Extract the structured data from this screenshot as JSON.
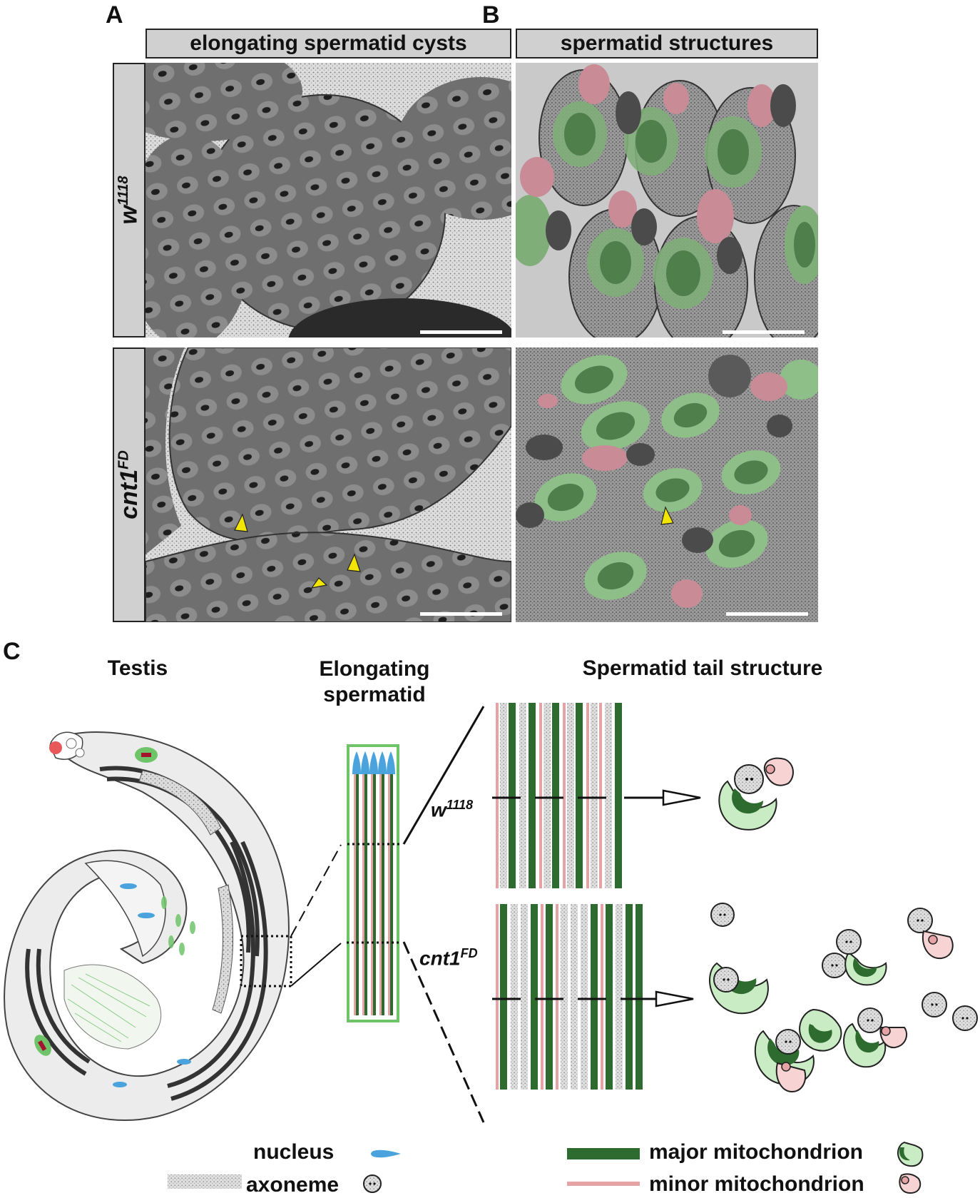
{
  "panels": {
    "a": "A",
    "b": "B",
    "c": "C"
  },
  "headers": {
    "col_a": "elongating spermatid cysts",
    "col_b": "spermatid structures"
  },
  "genotypes": {
    "wt_base": "w",
    "wt_sup": "1118",
    "mut_base": "cnt1",
    "mut_sup": "FD"
  },
  "diagram": {
    "testis": "Testis",
    "elongating_1": "Elongating",
    "elongating_2": "spermatid",
    "tail": "Spermatid tail structure"
  },
  "legend": {
    "nucleus": "nucleus",
    "axoneme": "axoneme",
    "major": "major mitochondrion",
    "minor": "minor mitochondrion"
  },
  "colors": {
    "major_mito": "#2e6b2e",
    "major_mito_light": "#c9ecc5",
    "minor_mito": "#e6a3a6",
    "minor_mito_light": "#f7d3d3",
    "nucleus": "#4aa3dd",
    "header_bg": "#d0d0d0",
    "arrowhead": "#f2e600"
  }
}
